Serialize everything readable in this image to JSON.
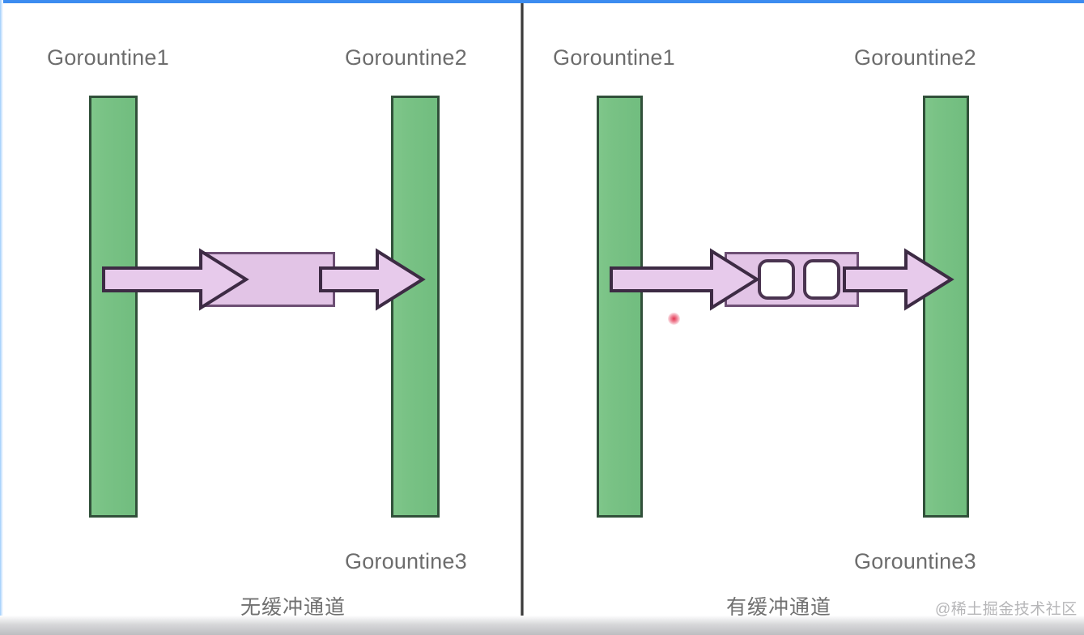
{
  "frame": {
    "top_border_color": "#3c8cf0",
    "divider_color": "#2e2e2e",
    "background_color": "#ffffff"
  },
  "palette": {
    "goroutine_bar_fill": "#78c384",
    "goroutine_bar_stroke": "#31503a",
    "channel_fill": "#e2c4e6",
    "channel_stroke": "#6d4f74",
    "arrow_fill": "#e7caeb",
    "arrow_stroke": "#3d2b44",
    "buffer_slot_fill": "#ffffff",
    "buffer_slot_stroke": "#4a3450",
    "label_text": "#6d6d6d",
    "cursor_dot": "#e22846"
  },
  "left_panel": {
    "name": "unbuffered-channel-panel",
    "caption": "无缓冲通道",
    "labels": {
      "goroutine1": "Gorountine1",
      "goroutine2": "Gorountine2",
      "goroutine3": "Gorountine3"
    },
    "channel": {
      "type": "unbuffered",
      "buffer_slots": 0
    },
    "arrows": [
      {
        "name": "send-arrow",
        "direction": "right",
        "from": "Gorountine1",
        "to": "channel"
      },
      {
        "name": "receive-arrow",
        "direction": "right",
        "from": "channel",
        "to": "Gorountine2"
      }
    ]
  },
  "right_panel": {
    "name": "buffered-channel-panel",
    "caption": "有缓冲通道",
    "labels": {
      "goroutine1": "Gorountine1",
      "goroutine2": "Gorountine2",
      "goroutine3": "Gorountine3"
    },
    "channel": {
      "type": "buffered",
      "buffer_slots": 2
    },
    "arrows": [
      {
        "name": "send-arrow",
        "direction": "right",
        "from": "Gorountine1",
        "to": "channel"
      },
      {
        "name": "receive-arrow",
        "direction": "right",
        "from": "channel",
        "to": "Gorountine2"
      }
    ]
  },
  "watermark": {
    "text": "@稀土掘金技术社区"
  }
}
